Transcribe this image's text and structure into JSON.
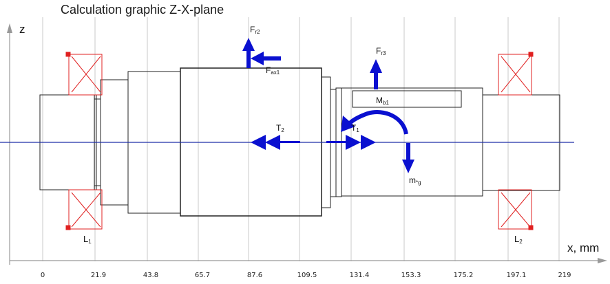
{
  "title": "Calculation graphic Z-X-plane",
  "axes": {
    "z_label": "z",
    "x_label": "x, mm",
    "ticks": [
      "0",
      "21.9",
      "43.8",
      "65.7",
      "87.6",
      "109.5",
      "131.4",
      "153.3",
      "175.2",
      "197.1",
      "219"
    ]
  },
  "forces": {
    "fr2": {
      "main": "F",
      "sub": "r2"
    },
    "fax1": {
      "main": "F",
      "sub": "ax1"
    },
    "fr3": {
      "main": "F",
      "sub": "r3"
    },
    "mb1": {
      "main": "M",
      "sub": "b1"
    },
    "t2": {
      "main": "T",
      "sub": "2"
    },
    "t1": {
      "main": "T",
      "sub": "1"
    },
    "mg": {
      "main": "m",
      "sub": "*g"
    }
  },
  "bearings": {
    "l1": {
      "main": "L",
      "sub": "1"
    },
    "l2": {
      "main": "L",
      "sub": "2"
    }
  },
  "colors": {
    "arrow": "#0a10d0",
    "axis_line": "#1f2fa8",
    "bearing": "#e02020",
    "shaft": "#222222",
    "grid": "#c8c8c8"
  }
}
